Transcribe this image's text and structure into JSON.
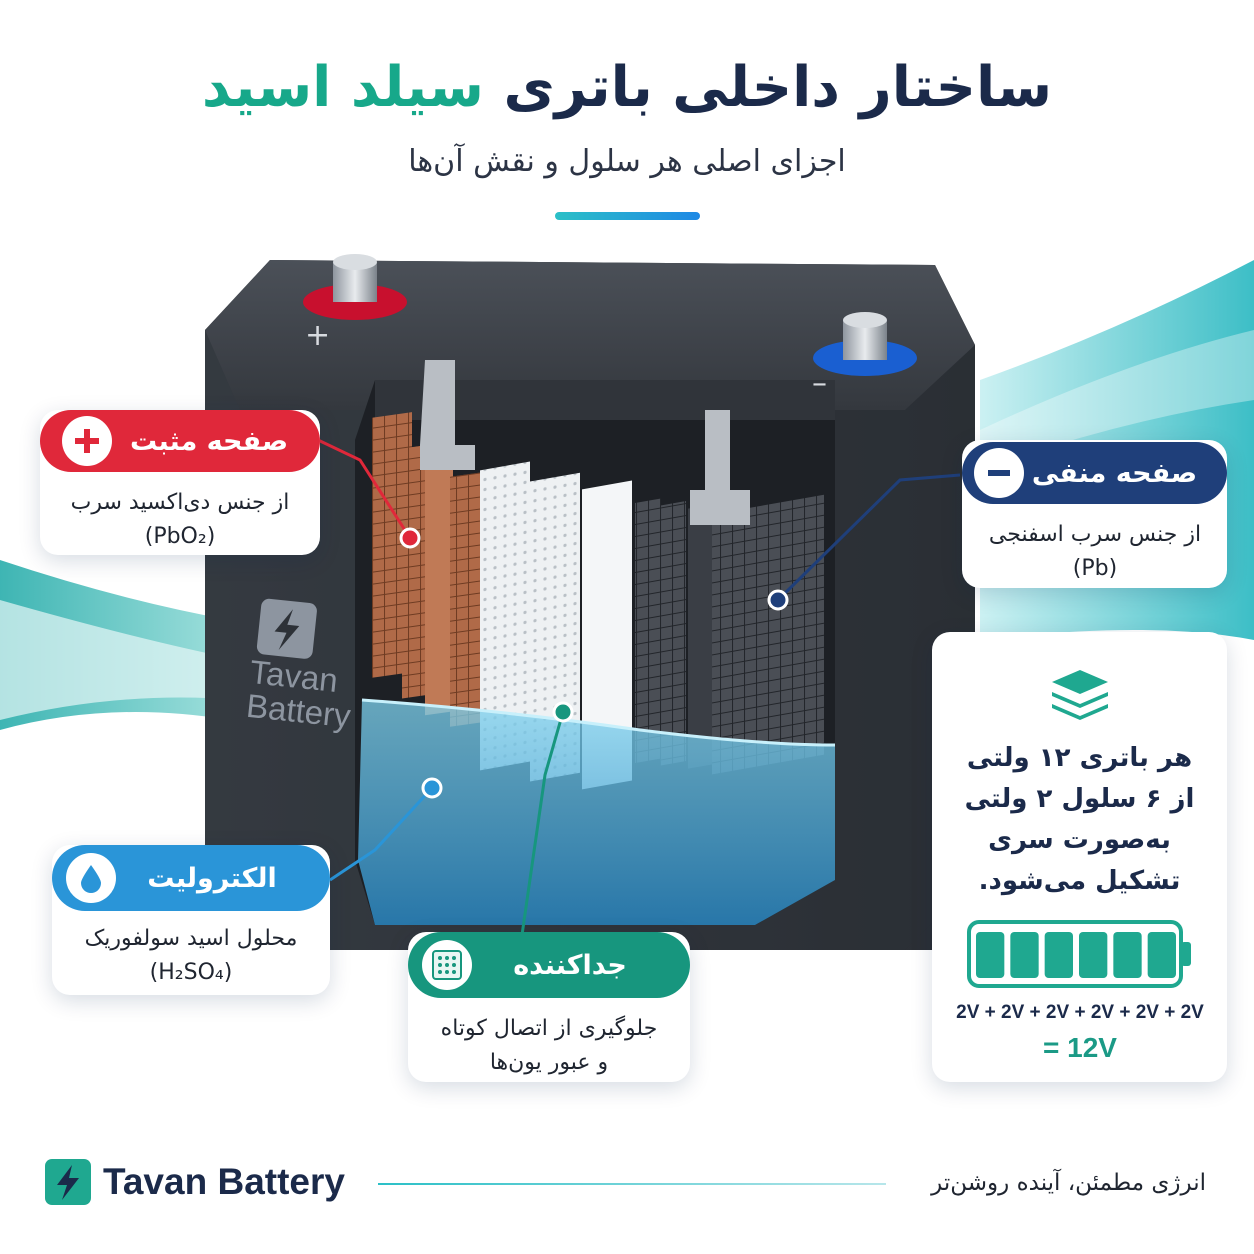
{
  "header": {
    "title_main": "ساختار داخلی باتری",
    "title_accent": "سیلد اسید",
    "subtitle": "اجزای اصلی هر سلول و نقش آن‌ها"
  },
  "battery": {
    "positive_sign": "+",
    "negative_sign": "–",
    "brand_line1": "Tavan",
    "brand_line2": "Battery"
  },
  "labels": {
    "positive": {
      "title": "صفحه مثبت",
      "desc1": "از جنس دی‌اکسید سرب",
      "desc2": "(PbO₂)",
      "icon": "plus-icon",
      "color": "#e0283a"
    },
    "negative": {
      "title": "صفحه منفی",
      "desc1": "از جنس سرب اسفنجی",
      "desc2": "(Pb)",
      "icon": "minus-icon",
      "color": "#1f3f7a"
    },
    "electrolyte": {
      "title": "الکترولیت",
      "desc1": "محلول اسید سولفوریک",
      "desc2": "(H₂SO₄)",
      "icon": "water-drop-icon",
      "color": "#2a95d8"
    },
    "separator": {
      "title": "جداکننده",
      "desc1": "جلوگیری از اتصال کوتاه",
      "desc2": "و عبور یون‌ها",
      "icon": "mesh-icon",
      "color": "#17967e"
    }
  },
  "info": {
    "line1": "هر باتری ۱۲ ولتی",
    "line2": "از ۶ سلول ۲ ولتی",
    "line3": "به‌صورت سری",
    "line4": "تشکیل می‌شود.",
    "cells": 6,
    "sum": "2V + 2V + 2V + 2V + 2V + 2V",
    "total": "= 12V",
    "icon": "layers-icon"
  },
  "footer": {
    "brand": "Tavan Battery",
    "slogan": "انرژی مطمئن، آینده روشن‌تر"
  },
  "colors": {
    "navy": "#1b2a4a",
    "teal": "#17a88a",
    "red": "#e0283a",
    "blue": "#1f3f7a"
  }
}
